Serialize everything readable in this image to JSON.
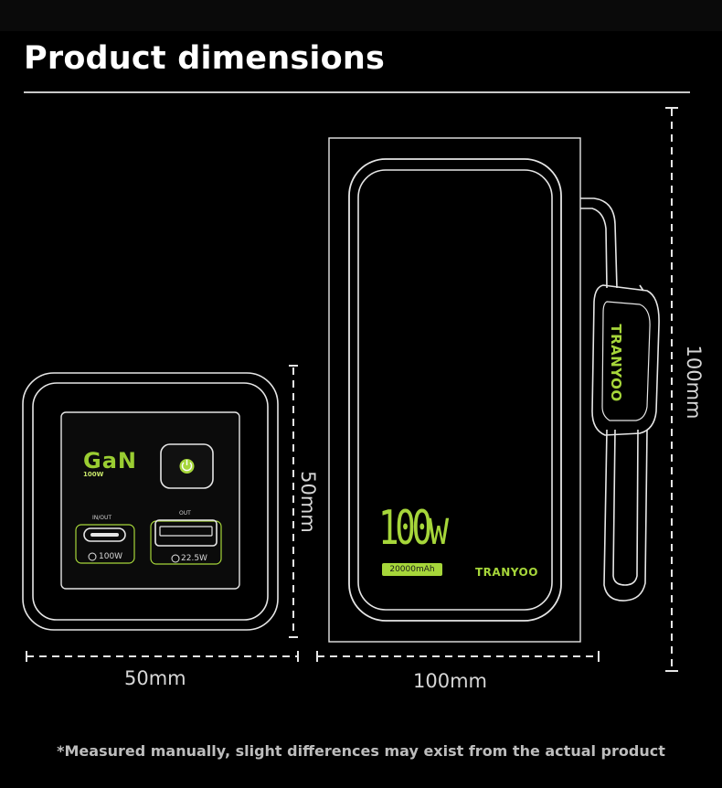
{
  "title": "Product dimensions",
  "dimensions": {
    "side_width": "50mm",
    "side_height": "50mm",
    "front_width": "100mm",
    "front_height": "100mm"
  },
  "side_view": {
    "brand_mark": "GaN",
    "brand_sub": "100W",
    "port_left_label": "IN/OUT",
    "port_right_label": "OUT",
    "port_left_rating": "100W",
    "port_right_rating": "22.5W",
    "power_button_icon": "power-icon"
  },
  "front_view": {
    "watt_text": "100w",
    "capacity": "20000mAh",
    "brand": "TRANYOO",
    "side_brand": "TRANYOO"
  },
  "footnote": "*Measured manually, slight differences may exist from the actual product",
  "colors": {
    "background": "#000000",
    "accent_green": "#a6d63a",
    "outline": "#e6e6e6"
  }
}
